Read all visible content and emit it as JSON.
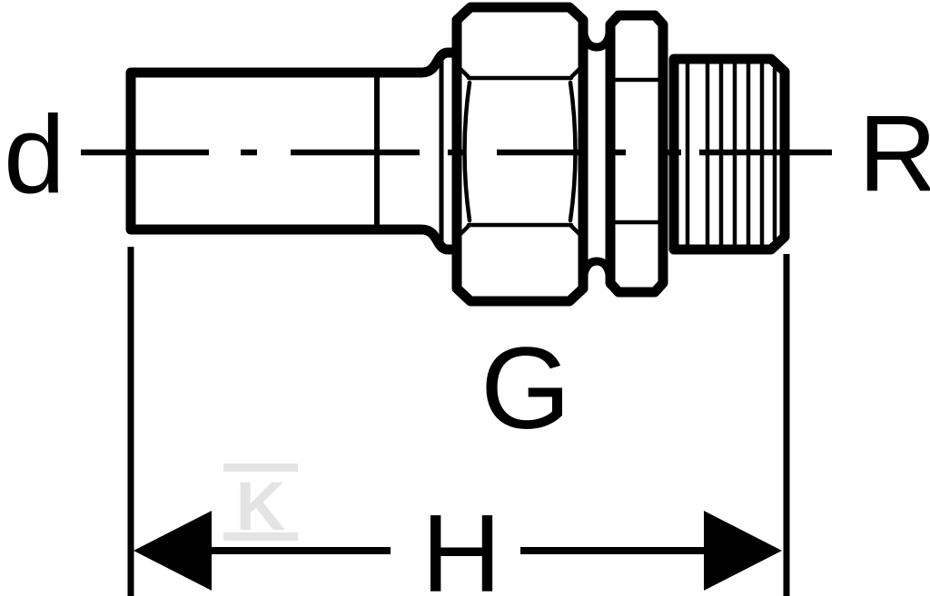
{
  "page": {
    "background_color": "#ffffff"
  },
  "diagram": {
    "colors": {
      "line": "#000000",
      "watermark": "#e4e4e4"
    },
    "labels": {
      "pipe_end_diameter": "d",
      "union_thread": "G",
      "overall_length": "H",
      "male_thread": "R"
    },
    "watermark": {
      "letter": "K"
    }
  }
}
